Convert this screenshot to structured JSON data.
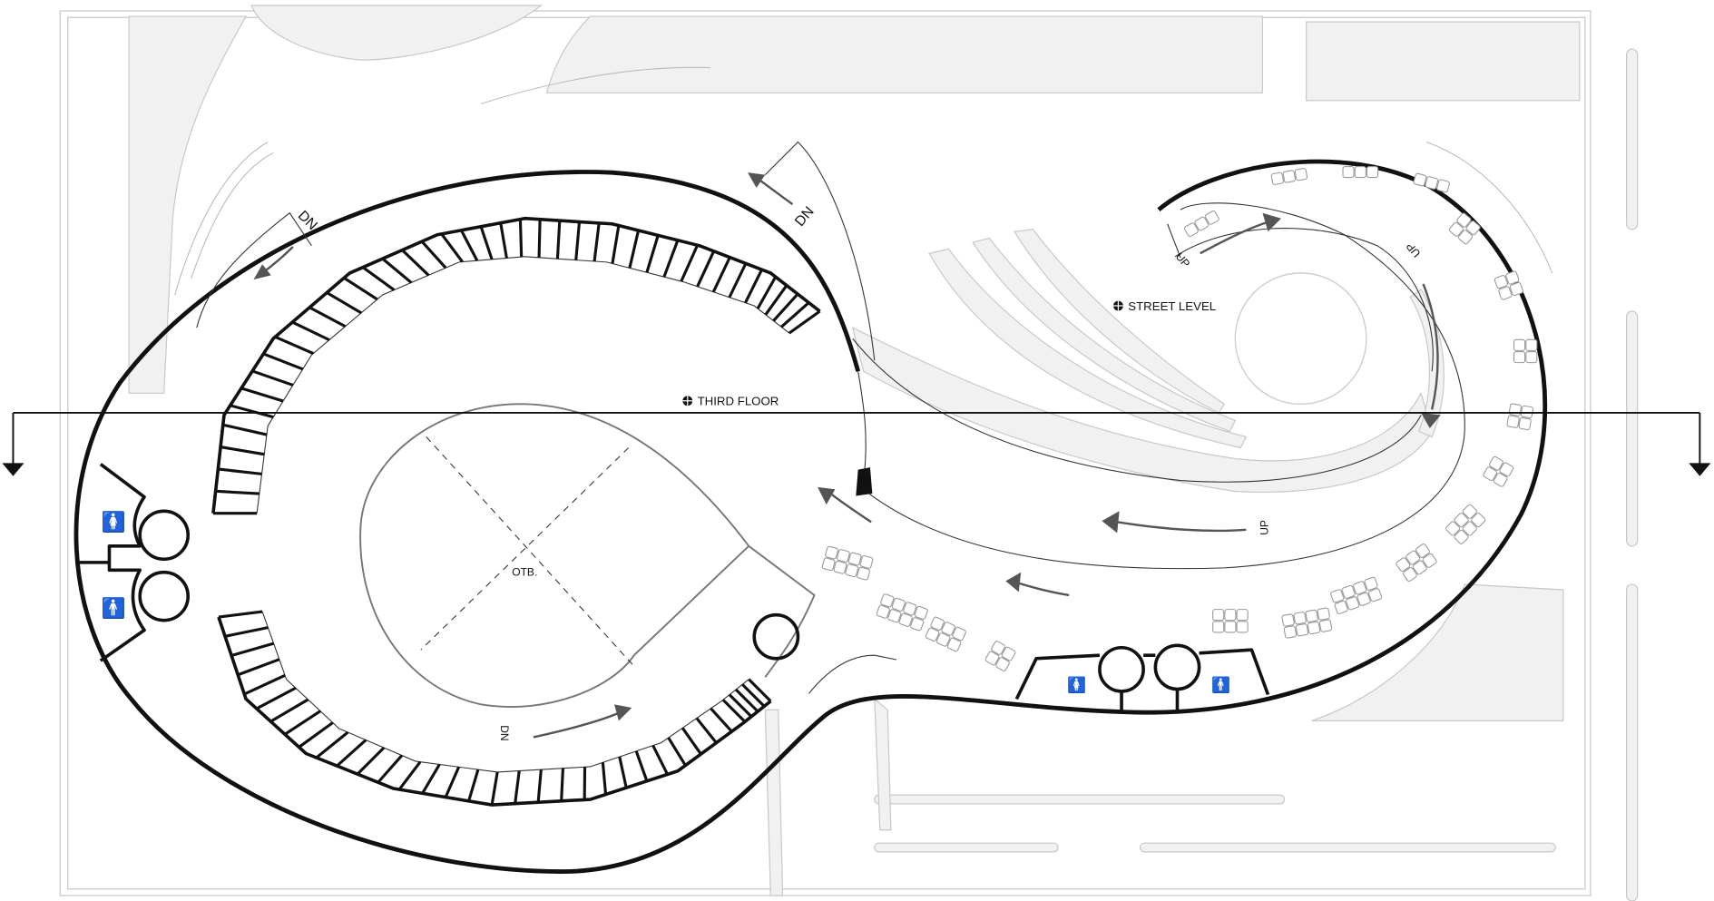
{
  "plan": {
    "section_label": "THIRD FLOOR",
    "street_label": "STREET LEVEL",
    "center_label": "OTB.",
    "ramp_labels": {
      "dn_top_left": "DN",
      "dn_top_center": "DN",
      "dn_bottom": "DN",
      "up_top": "UP",
      "up_right": "UP",
      "up_middle": "UP"
    },
    "icons": [
      "level-marker-icon",
      "women-restroom-icon",
      "men-restroom-icon",
      "section-arrow-icon",
      "elevator-icon"
    ],
    "colors": {
      "walls": "#111111",
      "landscape": "#c8c8c8",
      "arrows": "#555555"
    }
  }
}
